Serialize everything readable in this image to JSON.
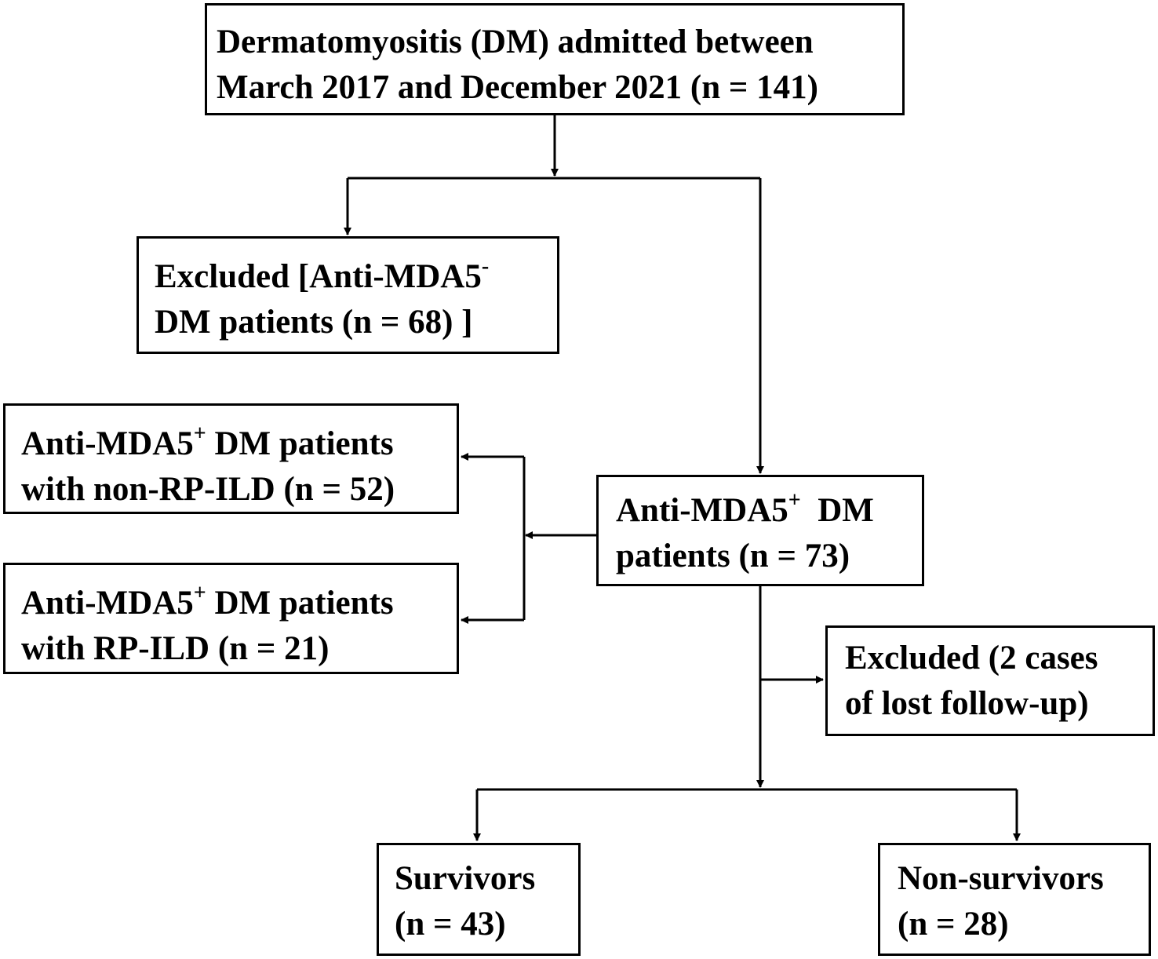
{
  "boxes": {
    "top": {
      "line1": "Dermatomyositis (DM) admitted between",
      "line2": "March 2017 and December 2021 (n = 141)"
    },
    "excluded_negative": {
      "line1_prefix": "Excluded  [Anti-MDA5",
      "line1_sup": "-",
      "line2": "DM patients (n = 68) ]"
    },
    "positive_total": {
      "line1_prefix": "Anti-MDA5",
      "line1_sup": "+",
      "line1_suffix": "  DM",
      "line2": "patients (n = 73)"
    },
    "non_rp_ild": {
      "line1_prefix": "Anti-MDA5",
      "line1_sup": "+",
      "line1_suffix": " DM patients",
      "line2": "with non-RP-ILD (n = 52)"
    },
    "rp_ild": {
      "line1_prefix": "Anti-MDA5",
      "line1_sup": "+",
      "line1_suffix": " DM patients",
      "line2": "with RP-ILD (n = 21)"
    },
    "excluded_lost": {
      "line1": "Excluded (2 cases",
      "line2": "of lost follow-up)"
    },
    "survivors": {
      "line1": "Survivors",
      "line2": "(n = 43)"
    },
    "non_survivors": {
      "line1": "Non-survivors",
      "line2": "(n = 28)"
    }
  }
}
